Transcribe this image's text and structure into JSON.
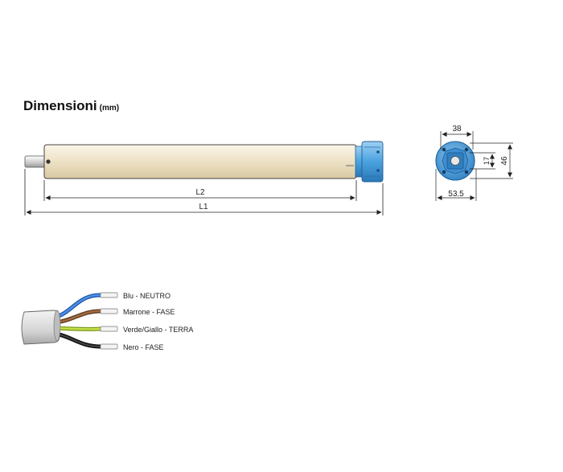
{
  "heading": {
    "title": "Dimensioni",
    "unit": "(mm)"
  },
  "dimensions": {
    "tube_length_label": "L2",
    "total_length_label": "L1",
    "head_width": "38",
    "head_diameter": "53.5",
    "inner_height": "17",
    "outer_height": "46"
  },
  "wires": [
    {
      "label": "Blu - NEUTRO",
      "color": "#2f6fd0"
    },
    {
      "label": "Marrone - FASE",
      "color": "#8a5530"
    },
    {
      "label": "Verde/Giallo - TERRA",
      "color": "#a7c832"
    },
    {
      "label": "Nero - FASE",
      "color": "#222222"
    }
  ],
  "colors": {
    "tube": "#ece0c4",
    "head": "#4aa2df",
    "cable_sheath": "#d9d9d9"
  }
}
